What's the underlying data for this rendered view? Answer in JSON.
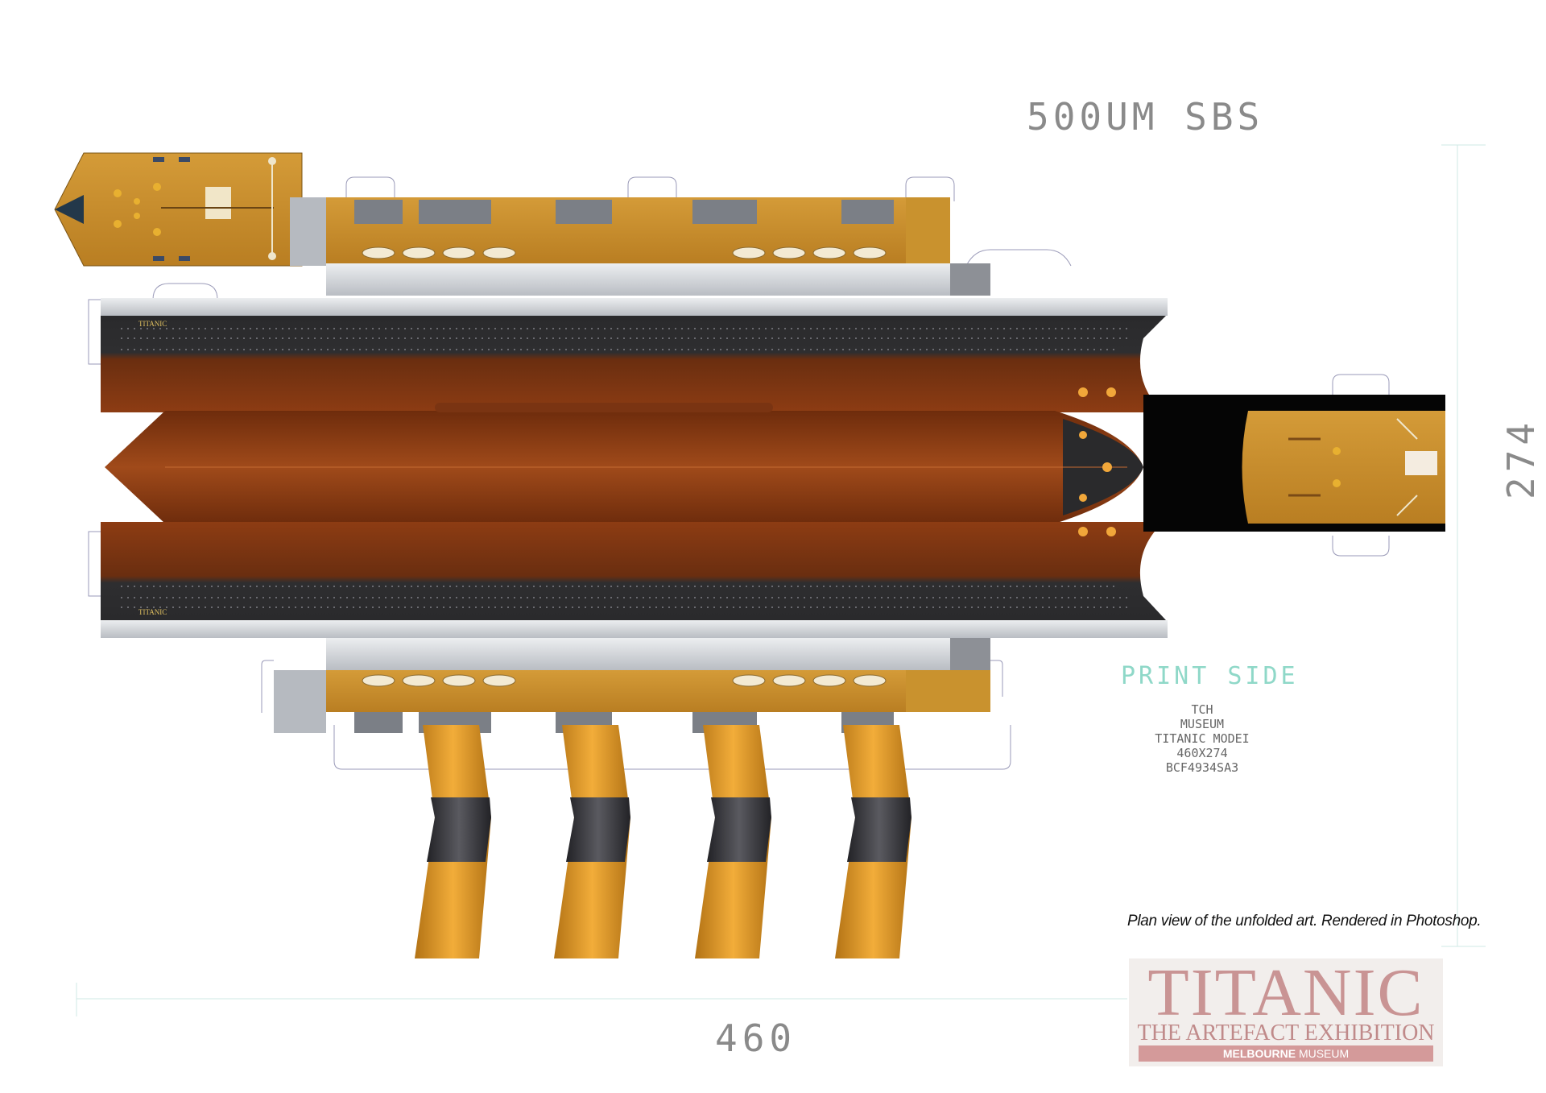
{
  "header": {
    "scale_label": "500UM SBS"
  },
  "dimensions": {
    "width_label": "460",
    "height_label": "274"
  },
  "print_side_label": "PRINT SIDE",
  "info_lines": [
    "TCH",
    "MUSEUM",
    "TITANIC MODEI",
    "460X274",
    "BCF4934SA3"
  ],
  "caption": "Plan view of the unfolded art. Rendered in Photoshop.",
  "hull_name": "TITANIC",
  "logo": {
    "title": "TITANIC",
    "subtitle": "THE ARTEFACT EXHIBITION",
    "venue_bold": "MELBOURNE",
    "venue_rest": "MUSEUM"
  },
  "colors": {
    "hull_black": "#2a2a2c",
    "hull_red": "#8a3a12",
    "deck_wood": "#c8912e",
    "superstructure": "#d9dce0",
    "funnel_buff": "#e9a02a",
    "funnel_band": "#2c2c30",
    "logo_red": "#c99494"
  }
}
